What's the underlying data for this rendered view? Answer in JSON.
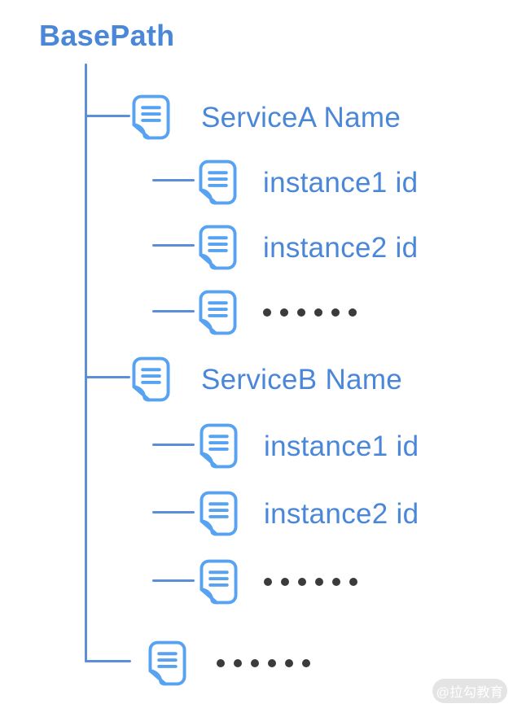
{
  "tree": {
    "root_label": "BasePath",
    "rows": [
      {
        "kind": "service",
        "label": "ServiceA Name"
      },
      {
        "kind": "instance",
        "label": "instance1 id"
      },
      {
        "kind": "instance",
        "label": "instance2 id"
      },
      {
        "kind": "ellipsis",
        "dots": 6
      },
      {
        "kind": "service",
        "label": "ServiceB Name"
      },
      {
        "kind": "instance",
        "label": "instance1 id"
      },
      {
        "kind": "instance",
        "label": "instance2 id"
      },
      {
        "kind": "ellipsis",
        "dots": 6
      },
      {
        "kind": "ellipsis-root",
        "dots": 6
      }
    ]
  },
  "icons": {
    "node_icon": "document-icon"
  },
  "watermark": {
    "text": "@拉勾教育"
  },
  "colors": {
    "label_blue": "#4a87d8",
    "icon_blue": "#57a3f1",
    "connector_blue": "#5d8fd8",
    "dot_gray": "#3b3b3d",
    "watermark_bg": "#e4e4e4",
    "watermark_text": "#ffffff",
    "page_bg": "#ffffff"
  }
}
